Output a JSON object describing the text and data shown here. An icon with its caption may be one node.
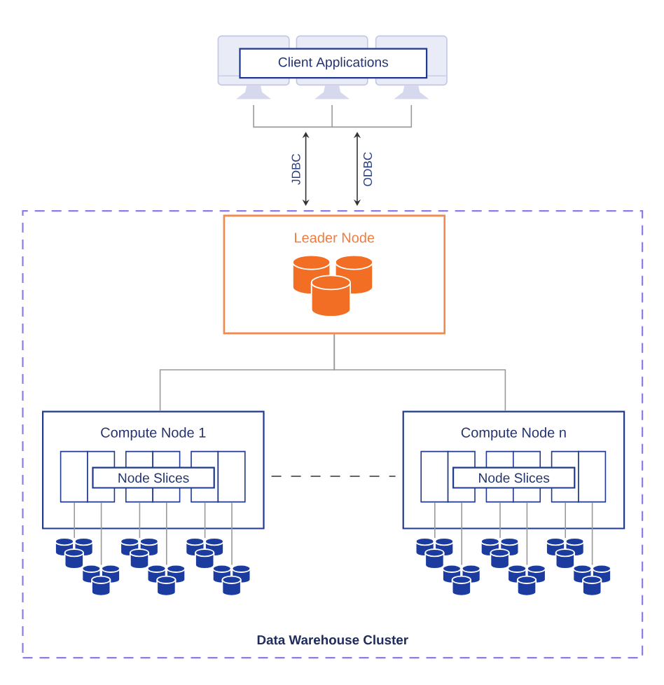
{
  "diagram": {
    "nodes": [
      {
        "text": [],
        "shape": "picture"
      },
      {
        "text": [
          "Client Applications"
        ],
        "in": 0
      },
      {
        "text": [
          "Data Warehouse Cluster"
        ]
      },
      {
        "text": [
          "Leader Node"
        ],
        "in": 2
      },
      {
        "text": [
          "Compute Node 1"
        ],
        "in": 2
      },
      {
        "text": [
          "Node Slices"
        ],
        "in": 4
      },
      {
        "text": [
          "Compute Node n"
        ],
        "in": 2
      },
      {
        "text": [
          "Node Slices"
        ],
        "in": 6
      },
      {
        "text": [],
        "shape": "cylinder",
        "in": 2
      },
      {
        "text": [],
        "shape": "cylinder",
        "in": 2
      },
      {
        "text": [],
        "shape": "cylinder",
        "in": 2
      },
      {
        "text": [],
        "shape": "cylinder",
        "in": 2
      },
      {
        "text": [],
        "shape": "cylinder",
        "in": 2
      },
      {
        "text": [],
        "shape": "cylinder",
        "in": 2
      },
      {
        "text": [],
        "shape": "cylinder",
        "in": 2
      },
      {
        "text": [],
        "shape": "cylinder",
        "in": 2
      },
      {
        "text": [],
        "shape": "cylinder",
        "in": 2
      },
      {
        "text": [],
        "shape": "cylinder",
        "in": 2
      },
      {
        "text": [],
        "shape": "cylinder",
        "in": 2
      },
      {
        "text": [],
        "shape": "cylinder",
        "in": 2
      }
    ],
    "edges": [
      {
        "from": 0,
        "to": 2,
        "arrow": "both",
        "label": "JDBC",
        "color": "#333333"
      },
      {
        "from": 0,
        "to": 2,
        "arrow": "both",
        "label": "ODBC",
        "color": "#333333"
      },
      {
        "from": 3,
        "to": 4,
        "arrow": "none"
      },
      {
        "from": 3,
        "to": 6,
        "arrow": "none"
      },
      {
        "from": 4,
        "to": 6,
        "arrow": "none",
        "style": "dashed",
        "color": "#333333"
      },
      {
        "from": 5,
        "to": 8,
        "arrow": "none"
      },
      {
        "from": 5,
        "to": 9,
        "arrow": "none"
      },
      {
        "from": 5,
        "to": 10,
        "arrow": "none"
      },
      {
        "from": 5,
        "to": 11,
        "arrow": "none"
      },
      {
        "from": 5,
        "to": 12,
        "arrow": "none"
      },
      {
        "from": 5,
        "to": 13,
        "arrow": "none"
      },
      {
        "from": 7,
        "to": 14,
        "arrow": "none"
      },
      {
        "from": 7,
        "to": 15,
        "arrow": "none"
      },
      {
        "from": 7,
        "to": 16,
        "arrow": "none"
      },
      {
        "from": 7,
        "to": 17,
        "arrow": "none"
      },
      {
        "from": 7,
        "to": 18,
        "arrow": "none"
      },
      {
        "from": 7,
        "to": 19,
        "arrow": "none"
      }
    ]
  }
}
